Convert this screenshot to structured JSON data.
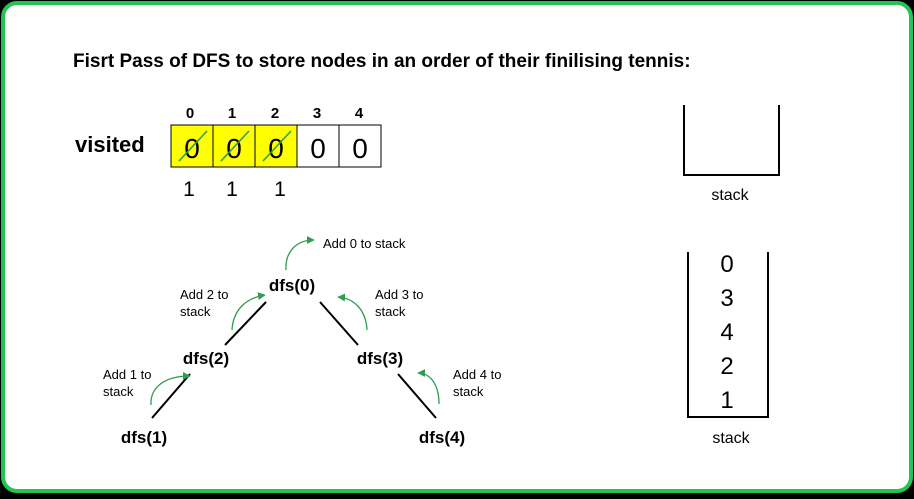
{
  "title": "Fisrt Pass of DFS to store nodes in an order of their finilising tennis:",
  "visited": {
    "label": "visited",
    "indices": [
      "0",
      "1",
      "2",
      "3",
      "4"
    ],
    "cells": [
      "0",
      "0",
      "0",
      "0",
      "0"
    ],
    "marked": [
      true,
      true,
      true,
      false,
      false
    ],
    "below": [
      "1",
      "1",
      "1"
    ],
    "highlight_color": "#ffff00",
    "strike_color": "#2e9e4e"
  },
  "empty_stack": {
    "caption": "stack"
  },
  "filled_stack": {
    "items": [
      "0",
      "3",
      "4",
      "2",
      "1"
    ],
    "caption": "stack"
  },
  "tree": {
    "nodes": {
      "dfs0": "dfs(0)",
      "dfs2": "dfs(2)",
      "dfs3": "dfs(3)",
      "dfs1": "dfs(1)",
      "dfs4": "dfs(4)"
    },
    "notes": {
      "add0": [
        "Add 0 to stack"
      ],
      "add2": [
        "Add 2 to",
        "stack"
      ],
      "add3": [
        "Add 3 to",
        "stack"
      ],
      "add1": [
        "Add 1 to",
        "stack"
      ],
      "add4": [
        "Add 4 to",
        "stack"
      ]
    }
  },
  "colors": {
    "border": "#23c552",
    "arrow": "#2e9e4e",
    "background": "#ffffff"
  }
}
